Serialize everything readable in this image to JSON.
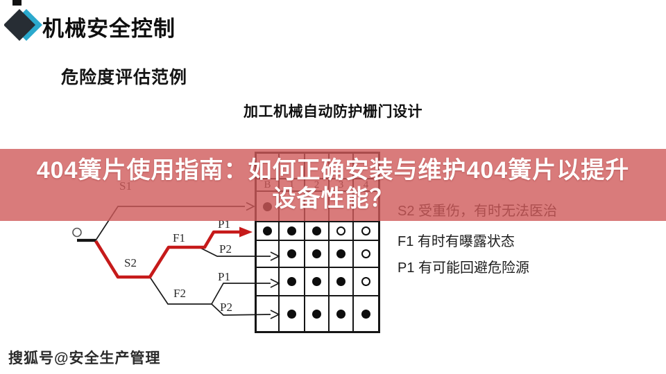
{
  "slide": {
    "header_title": "机械安全控制",
    "subtitle": "危险度评估范例",
    "diagram_title": "加工机械自动防护栅门设计",
    "watermark": "搜狐号@安全生产管理"
  },
  "banner": {
    "line1": "404簧片使用指南：如何正确安装与维护404簧片以提升",
    "line2": "设备性能？",
    "overlay_color": "rgba(207,90,90,0.8)",
    "text_color": "#ffffff"
  },
  "risk_graph": {
    "tree_labels": {
      "s1": "S1",
      "s2": "S2",
      "f1": "F1",
      "f2": "F2",
      "p1_top": "P1",
      "p2_top": "P2",
      "p1_bottom": "P1",
      "p2_bottom": "P2"
    },
    "highlight_color": "#c61a1a",
    "line_color": "#1b1b1b",
    "matrix": {
      "col_labels": [
        "B",
        "1",
        "2",
        "3",
        "4"
      ],
      "rows": [
        [
          "filled",
          "none",
          "none",
          "none",
          "none"
        ],
        [
          "filled",
          "filled",
          "filled",
          "hollow",
          "hollow"
        ],
        [
          "none",
          "filled",
          "filled",
          "filled",
          "hollow"
        ],
        [
          "none",
          "filled",
          "filled",
          "filled",
          "hollow"
        ],
        [
          "none",
          "filled",
          "filled",
          "filled",
          "filled"
        ]
      ]
    }
  },
  "legend": {
    "items": [
      "S2 受重伤，有时无法医治",
      "F1 有时有曝露状态",
      "P1 有可能回避危险源"
    ]
  },
  "logo_colors": {
    "dark": "#272d34",
    "teal": "#2ba9cd"
  }
}
